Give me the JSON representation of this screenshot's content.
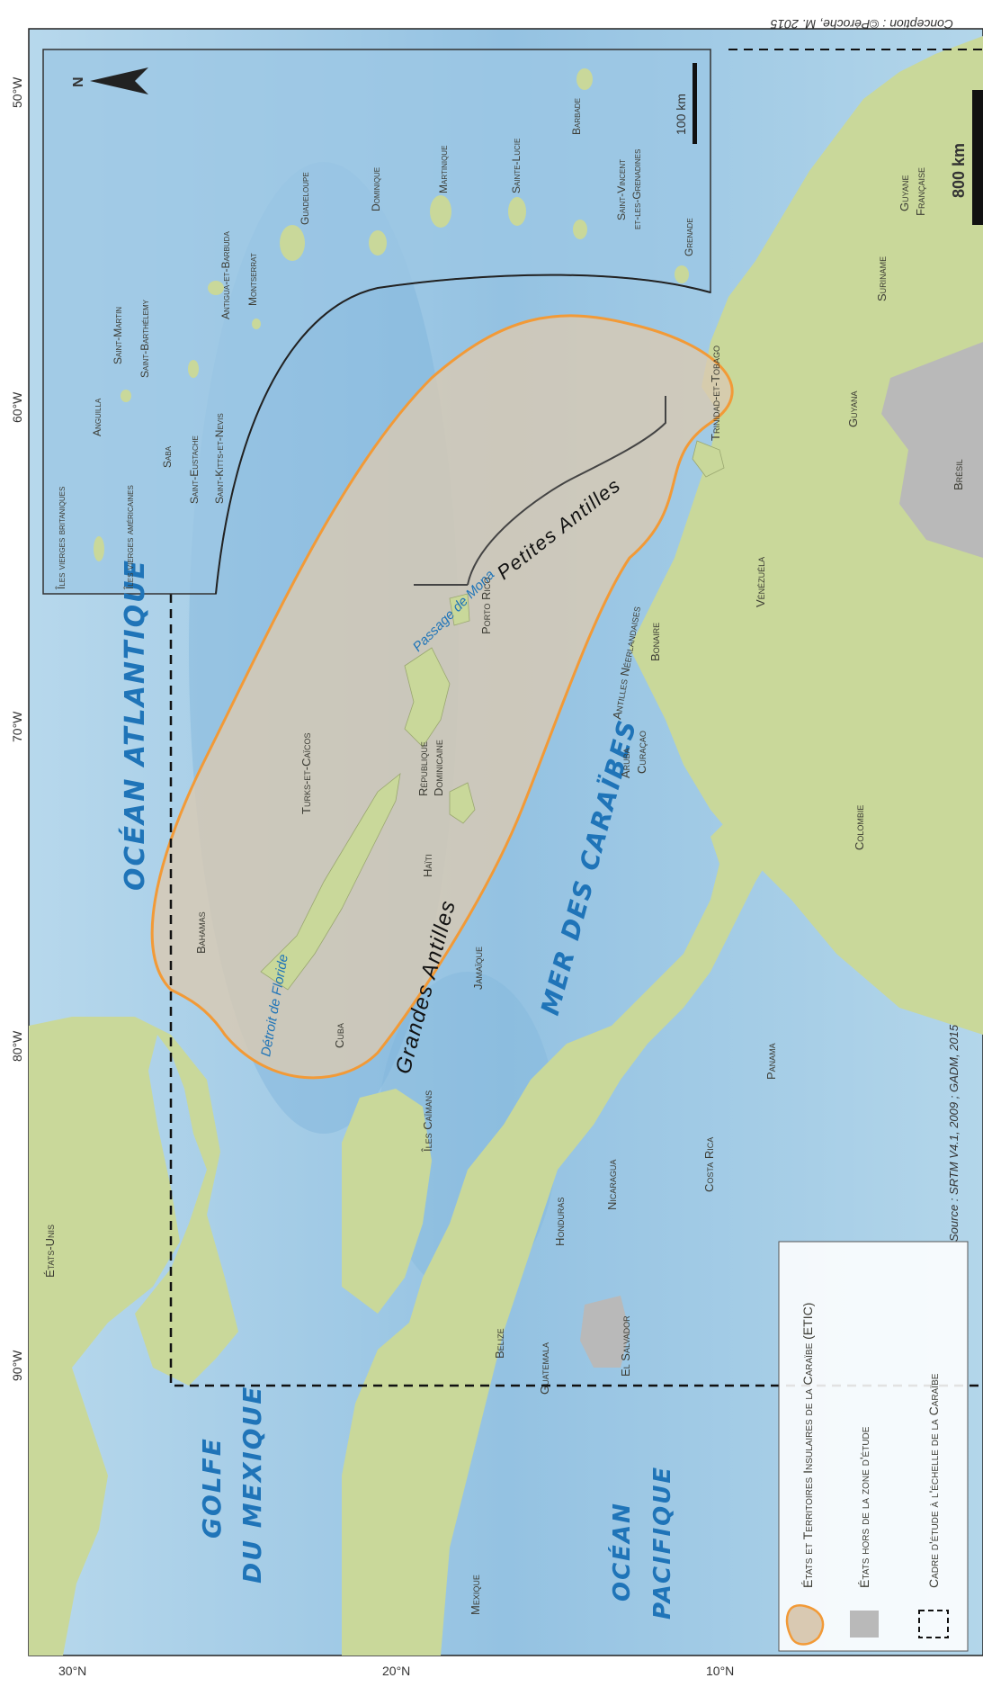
{
  "credit": "Conception : ©Pèroche, M. 2015",
  "source": "Source : SRTM V4.1, 2009 ; GADM, 2015",
  "coordinates": {
    "lon": [
      "50°W",
      "60°W",
      "70°W",
      "80°W",
      "90°W"
    ],
    "lat": [
      "30°N",
      "20°N",
      "10°N"
    ]
  },
  "scales": {
    "main": "800 km",
    "inset": "100 km"
  },
  "north": "N",
  "oceans": {
    "atlantique": "OCÉAN ATLANTIQUE",
    "caraibes": "MER DES CARAÏBES",
    "golfe_line1": "GOLFE",
    "golfe_line2": "DU MEXIQUE",
    "pacifique_line1": "OCÉAN",
    "pacifique_line2": "PACIFIQUE"
  },
  "waters": {
    "floride": "Détroit de Floride",
    "mona": "Passage de Mona"
  },
  "regions": {
    "grandes": "Grandes Antilles",
    "petites": "Petites Antilles"
  },
  "etic": {
    "bahamas": "Bahamas",
    "turks": "Turks-et-Caïcos",
    "cuba": "Cuba",
    "caimans": "Îles Caïmans",
    "jamaique": "Jamaïque",
    "haiti": "Haïti",
    "rep1": "République",
    "rep2": "Dominicaine",
    "porto": "Porto Rico",
    "aruba": "Aruba",
    "curacao": "Curaçao",
    "antilles_neer": "Antilles Néerlandaises",
    "bonaire": "Bonaire",
    "trinidad": "Trinidad-et-Tobago"
  },
  "continent": {
    "etats_unis": "États-Unis",
    "mexique": "Mexique",
    "belize": "Belize",
    "guatemala": "Guatemala",
    "honduras": "Honduras",
    "salvador": "El Salvador",
    "nicaragua": "Nicaragua",
    "costa_rica": "Costa Rica",
    "panama": "Panama",
    "colombie": "Colombie",
    "venezuela": "Vénézuéla",
    "guyana": "Guyana",
    "suriname": "Suriname",
    "guyane1": "Guyane",
    "guyane2": "Française",
    "bresil": "Brésil"
  },
  "inset": {
    "iv_brit": "Îles vierges britaniques",
    "iv_amer": "Îles vierges américaines",
    "anguilla": "Anguilla",
    "saint_martin": "Saint-Martin",
    "saint_barth": "Saint-Barthélemy",
    "saba": "Saba",
    "saint_eustache": "Saint-Eustache",
    "saint_kitts": "Saint-Kitts-et-Nevis",
    "antigua": "Antigua-et-Barbuda",
    "montserrat": "Montserrat",
    "guadeloupe": "Guadeloupe",
    "dominique": "Dominique",
    "martinique": "Martinique",
    "sainte_lucie": "Sainte-Lucie",
    "barbade": "Barbade",
    "saint_vincent1": "Saint-Vincent",
    "saint_vincent2": "et-les-Grenadines",
    "grenade": "Grenade"
  },
  "legend": {
    "etic": "États et Territoires Insulaires de la Caraïbe (ETIC)",
    "hors": "États hors de la zone d'étude",
    "cadre": "Cadre d'étude à l'échelle de la Caraïbe"
  },
  "colors": {
    "sea": "#a9cfe6",
    "deep_sea": "#7fb4db",
    "land": "#c9d89a",
    "etic_fill": "#d9c9b2",
    "etic_stroke": "#f29a37",
    "hors_zone": "#b9b9b9",
    "ocean_label": "#1f74b8"
  }
}
